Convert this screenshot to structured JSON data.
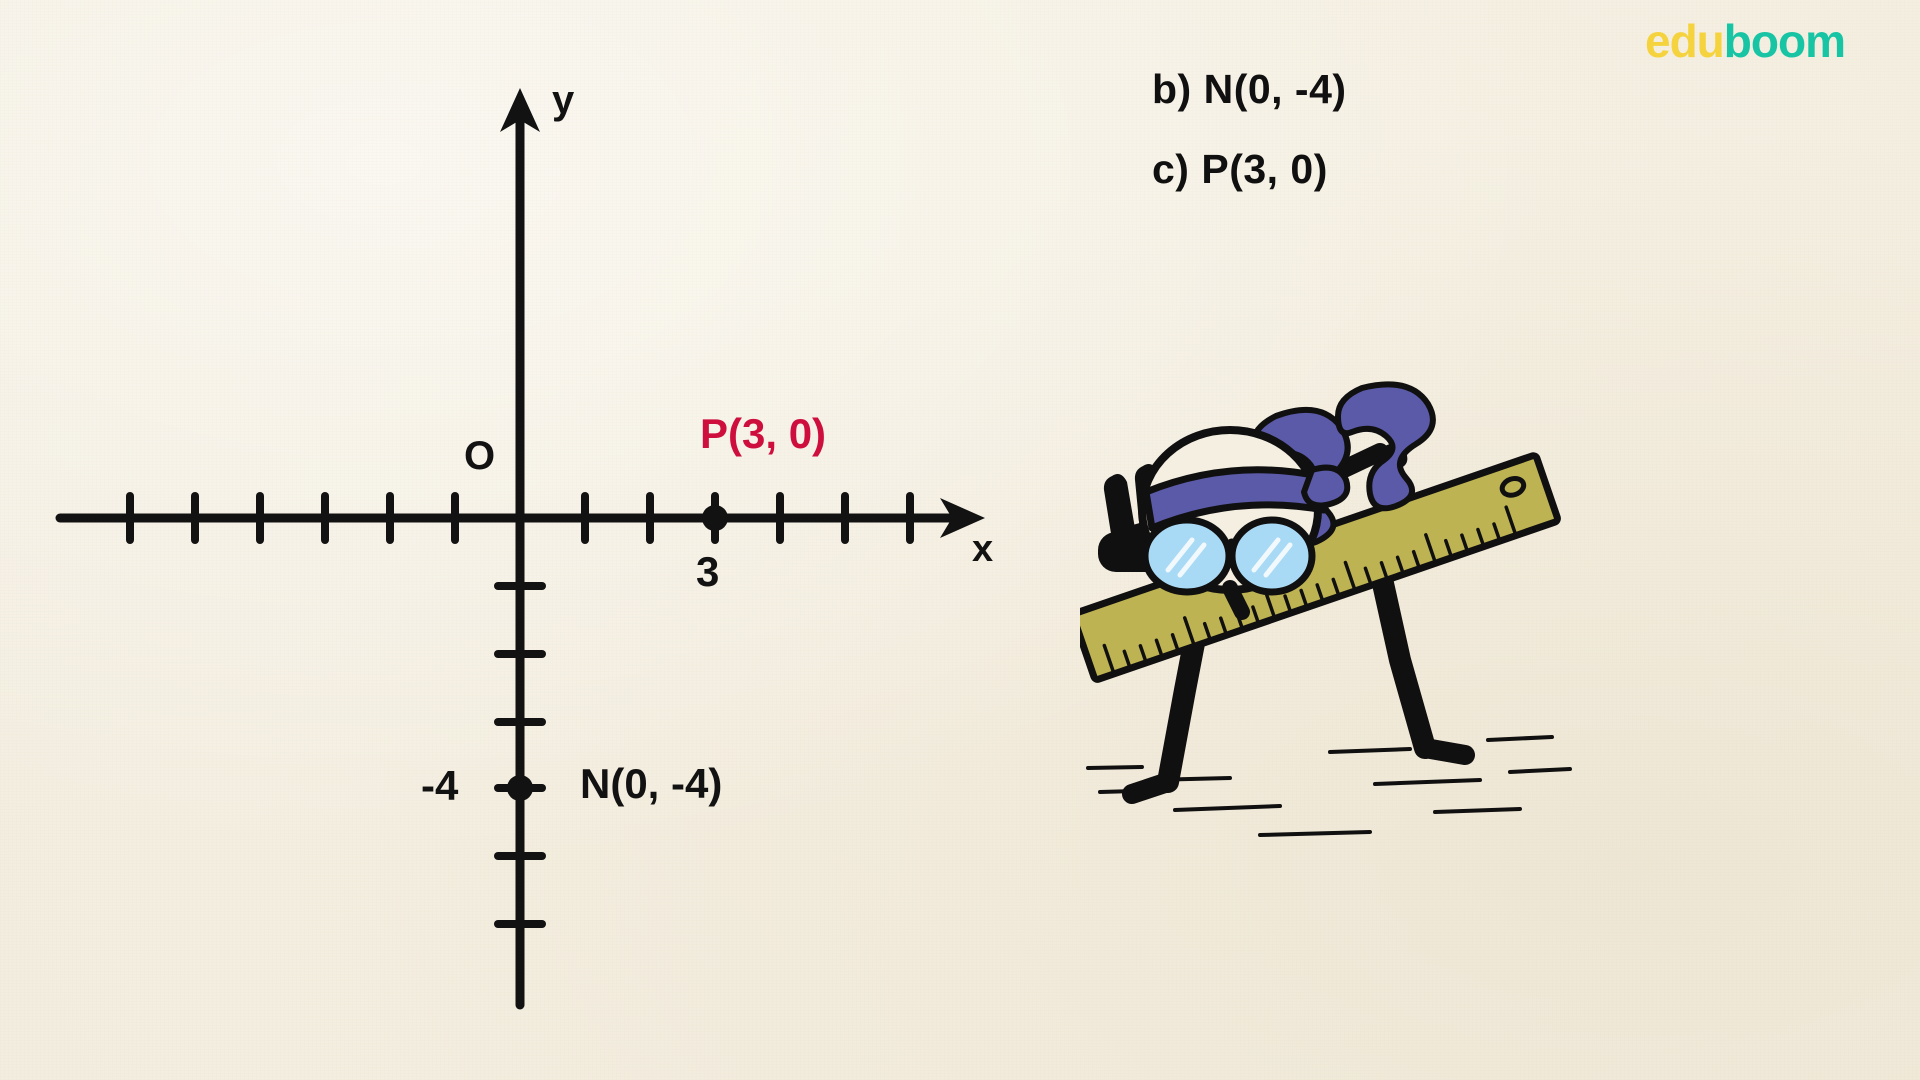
{
  "page": {
    "background_color": "#f6f1e4",
    "title": "Coordinate points on the axes"
  },
  "logo": {
    "part1": "edu",
    "part2": "boom",
    "color1": "#f5d33f",
    "color2": "#17c4a3"
  },
  "answers": {
    "b": "b) N(0, -4)",
    "c": "c) P(3, 0)"
  },
  "graph": {
    "axis_color": "#131212",
    "x_axis_label": "x",
    "y_axis_label": "y",
    "origin_label": "O",
    "tick_label_x3": "3",
    "tick_label_ym4": "-4",
    "point_n_label": "N(0, -4)",
    "point_p_label": "P(3, 0)",
    "point_p_color": "#ce0e3d",
    "point_n_color": "#131212"
  },
  "illustration": {
    "name": "ninja-with-ruler",
    "head_color": "#f4efe0",
    "headband_color": "#5a5aa8",
    "glasses_color": "#a9daf5",
    "ruler_color": "#bdb352",
    "outline_color": "#111010"
  },
  "chart_data": {
    "type": "scatter",
    "title": "",
    "xlabel": "x",
    "ylabel": "y",
    "xlim": [
      -7,
      6
    ],
    "ylim": [
      -7,
      7
    ],
    "grid": false,
    "legend": "none",
    "x_ticks": [
      -7,
      -6,
      -5,
      -4,
      -3,
      -2,
      -1,
      1,
      2,
      3,
      4,
      5
    ],
    "y_ticks": [
      -1,
      -2,
      -3,
      -4,
      -5,
      -6
    ],
    "labeled_x_ticks": [
      {
        "value": 3,
        "label": "3"
      }
    ],
    "labeled_y_ticks": [
      {
        "value": -4,
        "label": "-4"
      }
    ],
    "points": [
      {
        "name": "N",
        "x": 0,
        "y": -4,
        "label": "N(0, -4)",
        "color": "#131212"
      },
      {
        "name": "P",
        "x": 3,
        "y": 0,
        "label": "P(3, 0)",
        "color": "#ce0e3d"
      }
    ],
    "annotations": [
      {
        "text": "O",
        "x": -0.7,
        "y": 0.8
      },
      {
        "text": "x",
        "x": 5.9,
        "y": -0.6
      },
      {
        "text": "y",
        "x": 0.55,
        "y": 6.6
      }
    ]
  }
}
